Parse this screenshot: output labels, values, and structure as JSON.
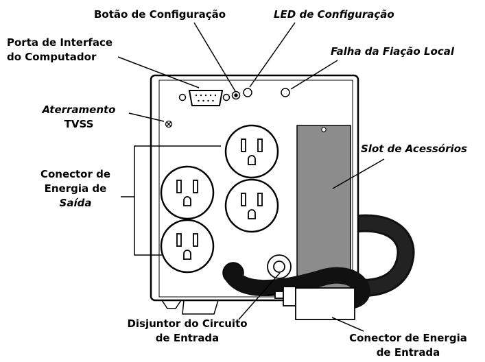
{
  "labels": {
    "config_button": "Botão de Configuração",
    "config_led": "LED de Configuração",
    "computer_port": [
      "Porta de Interface",
      "do Computador"
    ],
    "site_wiring_fault": "Falha da Fiação Local",
    "tvss_ground": [
      "Aterramento",
      "TVSS"
    ],
    "accessory_slot": "Slot de Acessórios",
    "output_connector": [
      "Conector de",
      "Energia de",
      "Saída"
    ],
    "input_breaker": [
      "Disjuntor do Circuito",
      "de Entrada"
    ],
    "input_connector": [
      "Conector de Energia",
      "de Entrada"
    ]
  },
  "colors": {
    "line": "#000000",
    "panel": "#ffffff",
    "slot": "#8c8c8c",
    "cord": "#111111"
  }
}
